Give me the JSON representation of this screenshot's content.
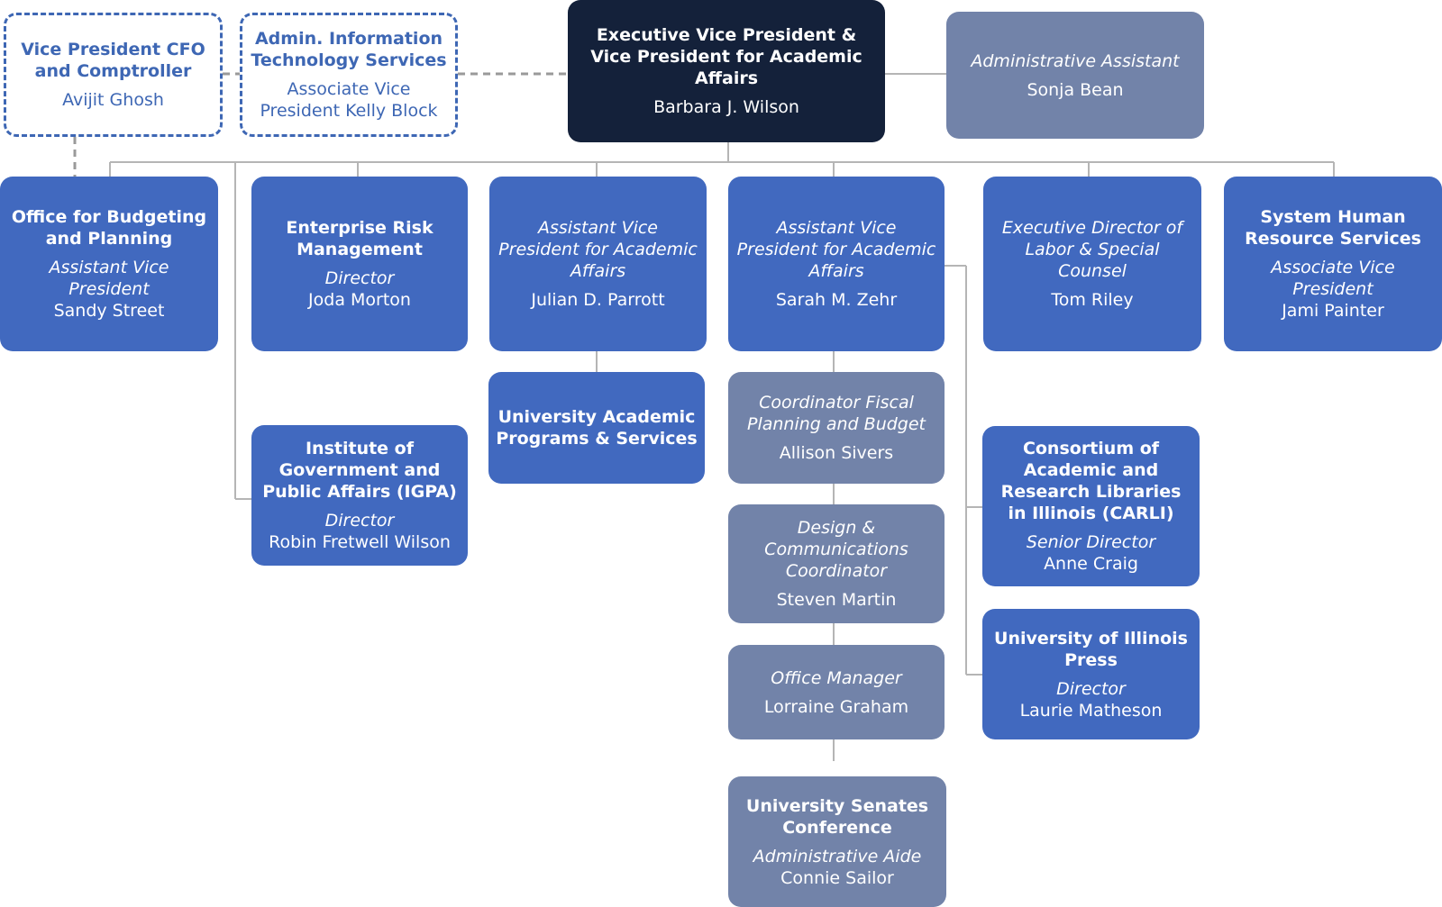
{
  "executive": {
    "title": "Executive Vice President & Vice President for Academic Affairs",
    "name": "Barbara J. Wilson"
  },
  "admin_assistant": {
    "role": "Administrative Assistant",
    "name": "Sonja Bean"
  },
  "cfo": {
    "title": "Vice President CFO and Comptroller",
    "name": "Avijit Ghosh"
  },
  "aits": {
    "title": "Admin. Information Technology Services",
    "name": "Associate Vice President Kelly Block"
  },
  "budgeting": {
    "title": "Office for Budgeting and Planning",
    "role": "Assistant Vice President",
    "name": "Sandy Street"
  },
  "risk": {
    "title": "Enterprise Risk Management",
    "role": "Director",
    "name": "Joda Morton"
  },
  "avp_parrott": {
    "role": "Assistant Vice President for Academic Affairs",
    "name": "Julian D. Parrott"
  },
  "avp_zehr": {
    "role": "Assistant Vice President for Academic Affairs",
    "name": "Sarah M. Zehr"
  },
  "labor": {
    "role": "Executive Director of Labor & Special Counsel",
    "name": "Tom Riley"
  },
  "hr": {
    "title": "System Human Resource Services",
    "role": "Associate Vice President",
    "name": "Jami Painter"
  },
  "igpa": {
    "title": "Institute of Government and Public Affairs (IGPA)",
    "role": "Director",
    "name": "Robin Fretwell Wilson"
  },
  "uaps": {
    "title": "University Academic Programs & Services"
  },
  "fiscal": {
    "role": "Coordinator Fiscal Planning and Budget",
    "name": "Allison Sivers"
  },
  "design": {
    "role": "Design & Communications Coordinator",
    "name": "Steven Martin"
  },
  "office_manager": {
    "role": "Office Manager",
    "name": "Lorraine Graham"
  },
  "senates": {
    "title": "University Senates Conference",
    "role": "Administrative Aide",
    "name": "Connie Sailor"
  },
  "carli": {
    "title": "Consortium of Academic and Research Libraries in Illinois (CARLI)",
    "role": "Senior Director",
    "name": "Anne Craig"
  },
  "press": {
    "title": "University of Illinois Press",
    "role": "Director",
    "name": "Laurie Matheson"
  },
  "colors": {
    "executive": "#14213a",
    "unit": "#4169bf",
    "staff": "#7283a9",
    "dotted": "#3e67b4",
    "connector": "#b5b5b5"
  }
}
